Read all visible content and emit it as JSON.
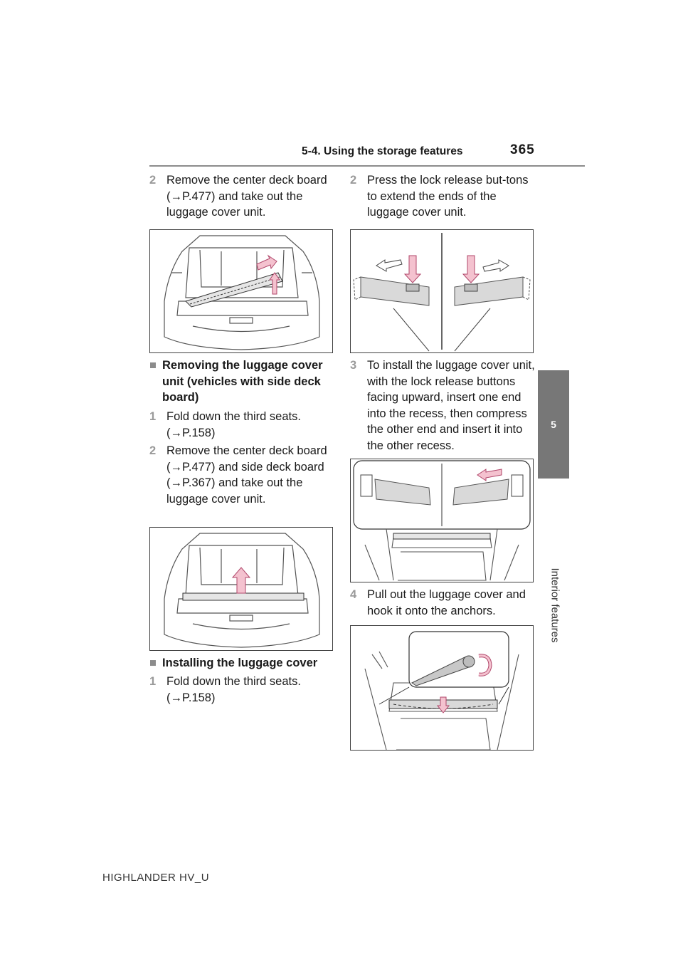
{
  "header": {
    "section_title": "5-4. Using the storage features",
    "page_number": "365"
  },
  "tab": {
    "chapter_number": "5",
    "chapter_label": "Interior features"
  },
  "footer": {
    "model": "HIGHLANDER HV_U"
  },
  "left_column": {
    "step_a": {
      "number": "2",
      "text": "Remove the center deck board (→P.477) and take out the luggage cover unit."
    },
    "heading_removing": {
      "bullet": "■",
      "text": "Removing the luggage cover unit (vehicles with side deck board)"
    },
    "step_b1": {
      "number": "1",
      "text": "Fold down the third seats. (→P.158)"
    },
    "step_b2": {
      "number": "2",
      "text": "Remove the center deck board (→P.477) and side deck board (→P.367) and take out the luggage cover unit."
    },
    "heading_installing": {
      "bullet": "■",
      "text": "Installing the luggage cover"
    },
    "step_c1": {
      "number": "1",
      "text": "Fold down the third seats. (→P.158)"
    }
  },
  "right_column": {
    "step_c2": {
      "number": "2",
      "text": "Press the lock release but-tons to extend the ends of the luggage cover unit."
    },
    "step_c3": {
      "number": "3",
      "text": "To install the luggage cover unit, with the lock release buttons facing upward, insert one end into the recess, then compress the other end and insert it into the other recess."
    },
    "step_c4": {
      "number": "4",
      "text": "Pull out the luggage cover and hook it onto the anchors."
    }
  },
  "illustrations": {
    "fig1": "rear-cargo-remove-cover-illustration",
    "fig2": "lift-out-cover-illustration",
    "fig3": "lock-release-buttons-illustration",
    "fig4": "install-cover-recess-illustration",
    "fig5": "hook-cover-anchors-illustration"
  },
  "colors": {
    "arrow_pink": "#f4c2cf",
    "arrow_stroke": "#b0466a",
    "gray_text": "#9a9a9a",
    "tab_gray": "#777777"
  }
}
